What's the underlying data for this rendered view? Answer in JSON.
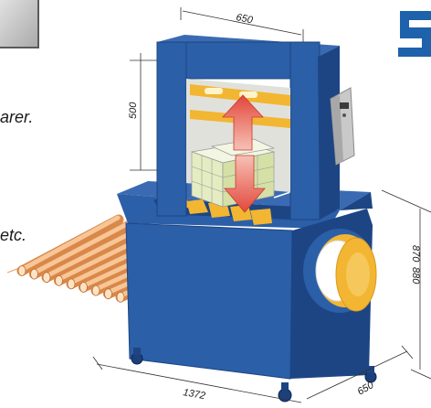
{
  "left_text": {
    "line1_fragment": "arer.",
    "line2_fragment": "etc."
  },
  "dimensions": {
    "top_width": "650",
    "frame_height": "500",
    "base_length": "1372",
    "base_depth": "650",
    "side_height_a": "870",
    "side_height_b": "880"
  },
  "logo_letter": "S",
  "colors": {
    "machine_blue": "#2b5fa8",
    "machine_blue_dark": "#1d4584",
    "conveyor_yellow": "#f2b632",
    "roller_orange": "#f0a060",
    "arrow_red": "#e2473b",
    "package_green": "#e4edc2",
    "brand_blue": "#1d62ab"
  }
}
